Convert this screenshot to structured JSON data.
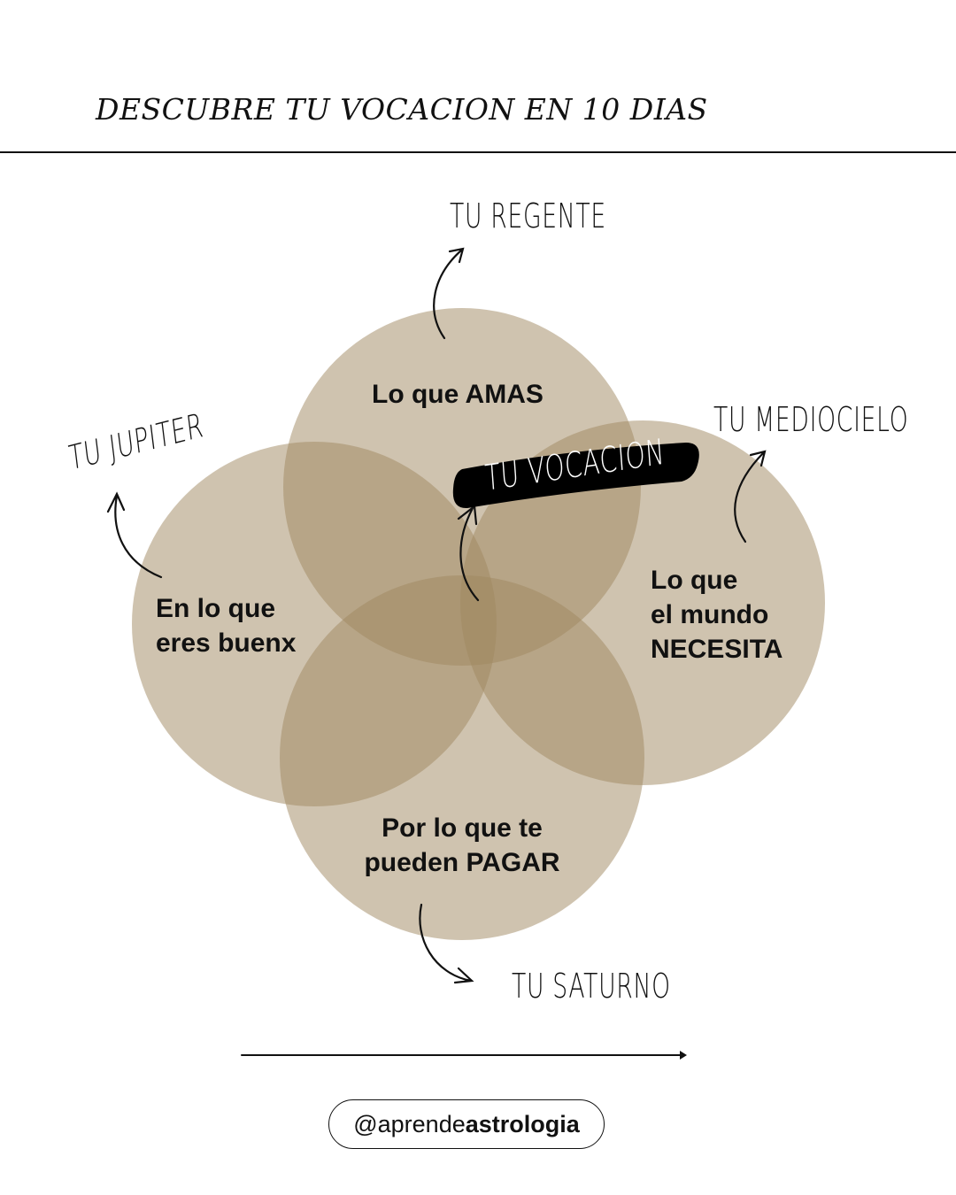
{
  "header": {
    "title": "DESCUBRE TU VOCACION EN 10 DIAS"
  },
  "circles": [
    {
      "id": "love",
      "label": "Lo que AMAS",
      "annotation": "TU REGENTE"
    },
    {
      "id": "good",
      "label_lines": [
        "En lo que",
        "eres buenx"
      ],
      "annotation": "TU JUPITER"
    },
    {
      "id": "world",
      "label_lines": [
        "Lo que",
        "el mundo",
        "NECESITA"
      ],
      "annotation": "TU MEDIOCIELO"
    },
    {
      "id": "paid",
      "label_lines": [
        "Por lo que te",
        "pueden PAGAR"
      ],
      "annotation": "TU SATURNO"
    }
  ],
  "center": {
    "label": "TU VOCACION"
  },
  "colors": {
    "circle_fill": "#a0875f",
    "badge": "#000000",
    "text": "#111111"
  },
  "footer": {
    "handle_prefix": "@aprende",
    "handle_bold": "astrologia"
  }
}
